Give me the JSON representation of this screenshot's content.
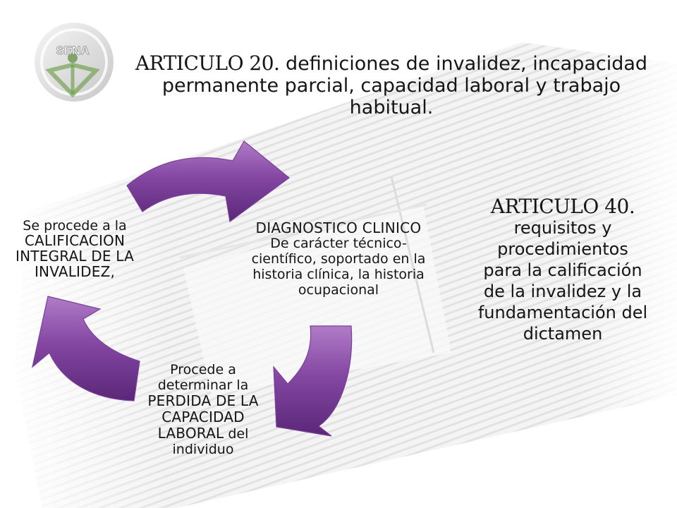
{
  "logo": {
    "text": "SENA"
  },
  "title": {
    "article": "ARTICULO 20.",
    "text": "definiciones de invalidez, incapacidad permanente parcial, capacidad laboral y trabajo habitual."
  },
  "side_note": {
    "article": "ARTICULO 40.",
    "text": "requisitos y procedimientos para la calificación de la invalidez y la fundamentación del dictamen"
  },
  "cycle": {
    "arrow_color": "#7a3f9a",
    "nodes": [
      {
        "id": "diagnostico",
        "heading": "DIAGNOSTICO CLINICO",
        "text": "De carácter técnico-científico, soportado en la historia clínica, la historia ocupacional"
      },
      {
        "id": "perdida",
        "text_before": "Procede a determinar la",
        "caps": "PERDIDA DE LA CAPACIDAD LABORAL",
        "text_after": "del individuo"
      },
      {
        "id": "calificacion",
        "text_before": "Se procede a la",
        "caps": "CALIFICACION INTEGRAL DE LA INVALIDEZ,"
      }
    ]
  }
}
